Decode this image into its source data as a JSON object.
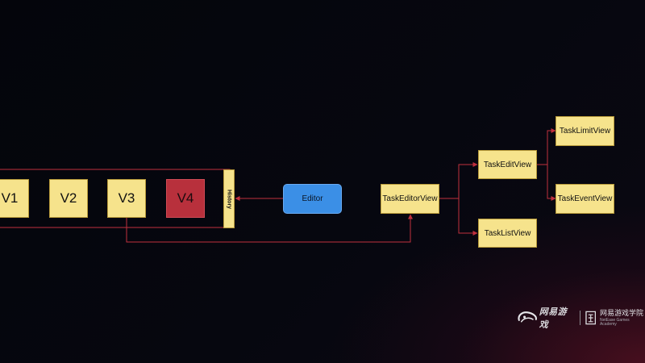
{
  "diagram": {
    "versions": [
      {
        "label": "V1",
        "current": false
      },
      {
        "label": "V2",
        "current": false
      },
      {
        "label": "V3",
        "current": false
      },
      {
        "label": "V4",
        "current": true
      }
    ],
    "history_label": "History",
    "editor_label": "Editor",
    "task_editor_view_label": "TaskEditorView",
    "task_edit_view_label": "TaskEditView",
    "task_list_view_label": "TaskListView",
    "task_limit_view_label": "TaskLimitView",
    "task_event_view_label": "TaskEventView"
  },
  "colors": {
    "node_fill": "#f6e38c",
    "current_version_fill": "#b8303c",
    "editor_fill": "#3b8fe6",
    "connector": "#c0303e"
  },
  "branding": {
    "brand_name": "网易游戏",
    "academy_cn": "网易游戏学院",
    "academy_en": "NetEase Games Academy"
  }
}
